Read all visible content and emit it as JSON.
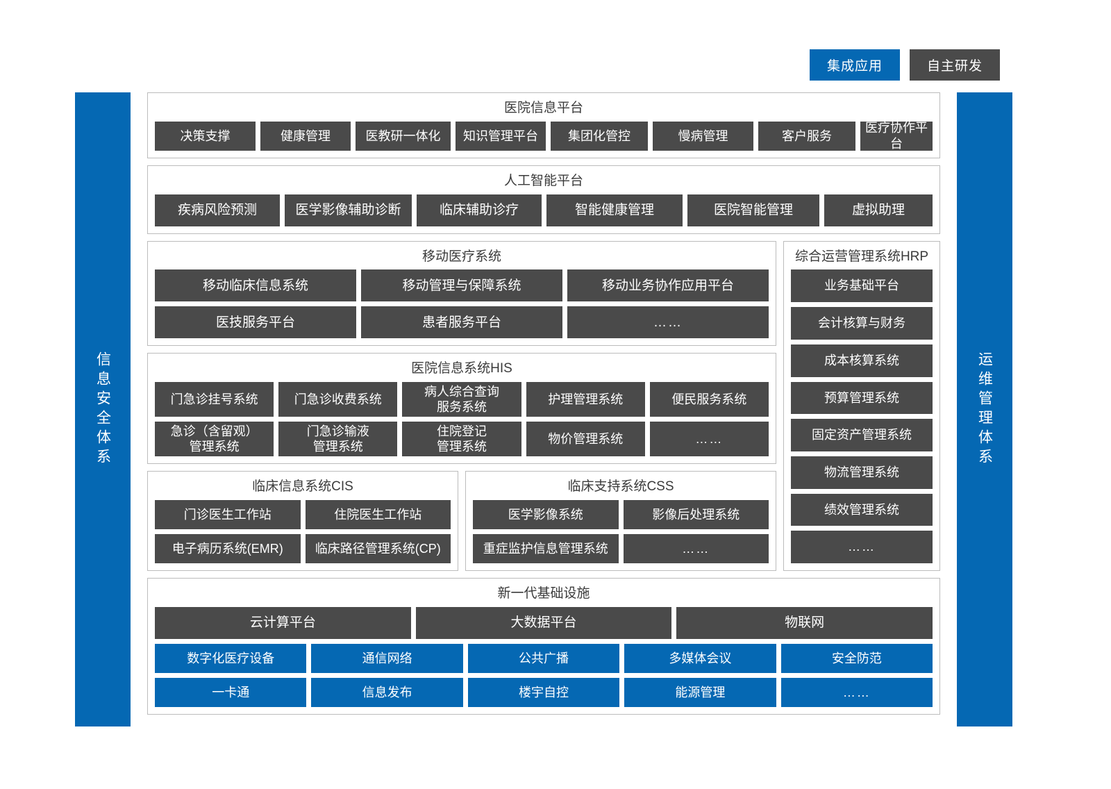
{
  "legend": [
    {
      "label": "集成应用",
      "color": "#0568b3",
      "kind": "integrated"
    },
    {
      "label": "自主研发",
      "color": "#4a4a4a",
      "kind": "self-developed"
    }
  ],
  "colors": {
    "blue": "#0568b3",
    "dark_gray": "#4a4a4a",
    "panel_border": "#bcbcbc",
    "background": "#ffffff",
    "title_text": "#3b3b3b"
  },
  "left_band": {
    "label": "信息安全体系"
  },
  "right_band": {
    "label": "运维管理体系"
  },
  "sections": {
    "platform": {
      "title": "医院信息平台",
      "rows": [
        [
          {
            "label": "决策支撑",
            "type": "dark",
            "w": 145
          },
          {
            "label": "健康管理",
            "type": "dark",
            "w": 130
          },
          {
            "label": "医教研一体化",
            "type": "dark",
            "w": 137
          },
          {
            "label": "知识管理平台",
            "type": "dark",
            "w": 130
          },
          {
            "label": "集团化管控",
            "type": "dark",
            "w": 140
          },
          {
            "label": "慢病管理",
            "type": "dark",
            "w": 145
          },
          {
            "label": "客户服务",
            "type": "dark",
            "w": 140
          },
          {
            "label": "医疗协作平台",
            "type": "dark",
            "w": 140
          }
        ]
      ]
    },
    "ai": {
      "title": "人工智能平台",
      "rows": [
        [
          {
            "label": "疾病风险预测",
            "type": "dark"
          },
          {
            "label": "医学影像辅助诊断",
            "type": "dark"
          },
          {
            "label": "临床辅助诊疗",
            "type": "dark"
          },
          {
            "label": "智能健康管理",
            "type": "dark"
          },
          {
            "label": "医院智能管理",
            "type": "dark"
          },
          {
            "label": "虚拟助理",
            "type": "dark"
          }
        ]
      ]
    },
    "mobile": {
      "title": "移动医疗系统",
      "rows": [
        [
          {
            "label": "移动临床信息系统",
            "type": "dark"
          },
          {
            "label": "移动管理与保障系统",
            "type": "dark"
          },
          {
            "label": "移动业务协作应用平台",
            "type": "dark"
          }
        ],
        [
          {
            "label": "医技服务平台",
            "type": "dark"
          },
          {
            "label": "患者服务平台",
            "type": "dark"
          },
          {
            "label": "……",
            "type": "dark",
            "ellipsis": true
          }
        ]
      ]
    },
    "hrp": {
      "title": "综合运营管理系统HRP",
      "items": [
        {
          "label": "业务基础平台",
          "type": "dark"
        },
        {
          "label": "会计核算与财务",
          "type": "dark"
        },
        {
          "label": "成本核算系统",
          "type": "dark"
        },
        {
          "label": "预算管理系统",
          "type": "dark"
        },
        {
          "label": "固定资产管理系统",
          "type": "dark"
        },
        {
          "label": "物流管理系统",
          "type": "dark"
        },
        {
          "label": "绩效管理系统",
          "type": "dark"
        },
        {
          "label": "……",
          "type": "dark",
          "ellipsis": true
        }
      ]
    },
    "his": {
      "title": "医院信息系统HIS",
      "rows": [
        [
          {
            "label": "门急诊挂号系统",
            "type": "dark"
          },
          {
            "label": "门急诊收费系统",
            "type": "dark"
          },
          {
            "label": "病人综合查询\n服务系统",
            "type": "dark"
          },
          {
            "label": "护理管理系统",
            "type": "dark"
          },
          {
            "label": "便民服务系统",
            "type": "dark"
          }
        ],
        [
          {
            "label": "急诊（含留观）\n管理系统",
            "type": "dark"
          },
          {
            "label": "门急诊输液\n管理系统",
            "type": "dark"
          },
          {
            "label": "住院登记\n管理系统",
            "type": "dark"
          },
          {
            "label": "物价管理系统",
            "type": "dark"
          },
          {
            "label": "……",
            "type": "dark",
            "ellipsis": true
          }
        ]
      ]
    },
    "cis": {
      "title": "临床信息系统CIS",
      "rows": [
        [
          {
            "label": "门诊医生工作站",
            "type": "dark"
          },
          {
            "label": "住院医生工作站",
            "type": "dark"
          }
        ],
        [
          {
            "label": "电子病历系统(EMR)",
            "type": "dark"
          },
          {
            "label": "临床路径管理系统(CP)",
            "type": "dark"
          }
        ]
      ]
    },
    "css": {
      "title": "临床支持系统CSS",
      "rows": [
        [
          {
            "label": "医学影像系统",
            "type": "dark"
          },
          {
            "label": "影像后处理系统",
            "type": "dark"
          }
        ],
        [
          {
            "label": "重症监护信息管理系统",
            "type": "dark"
          },
          {
            "label": "……",
            "type": "dark",
            "ellipsis": true
          }
        ]
      ]
    },
    "infra": {
      "title": "新一代基础设施",
      "rows": [
        [
          {
            "label": "云计算平台",
            "type": "dark"
          },
          {
            "label": "大数据平台",
            "type": "dark"
          },
          {
            "label": "物联网",
            "type": "dark"
          }
        ],
        [
          {
            "label": "数字化医疗设备",
            "type": "blue"
          },
          {
            "label": "通信网络",
            "type": "blue"
          },
          {
            "label": "公共广播",
            "type": "blue"
          },
          {
            "label": "多媒体会议",
            "type": "blue"
          },
          {
            "label": "安全防范",
            "type": "blue"
          }
        ],
        [
          {
            "label": "一卡通",
            "type": "blue"
          },
          {
            "label": "信息发布",
            "type": "blue"
          },
          {
            "label": "楼宇自控",
            "type": "blue"
          },
          {
            "label": "能源管理",
            "type": "blue"
          },
          {
            "label": "……",
            "type": "blue",
            "ellipsis": true
          }
        ]
      ]
    }
  }
}
